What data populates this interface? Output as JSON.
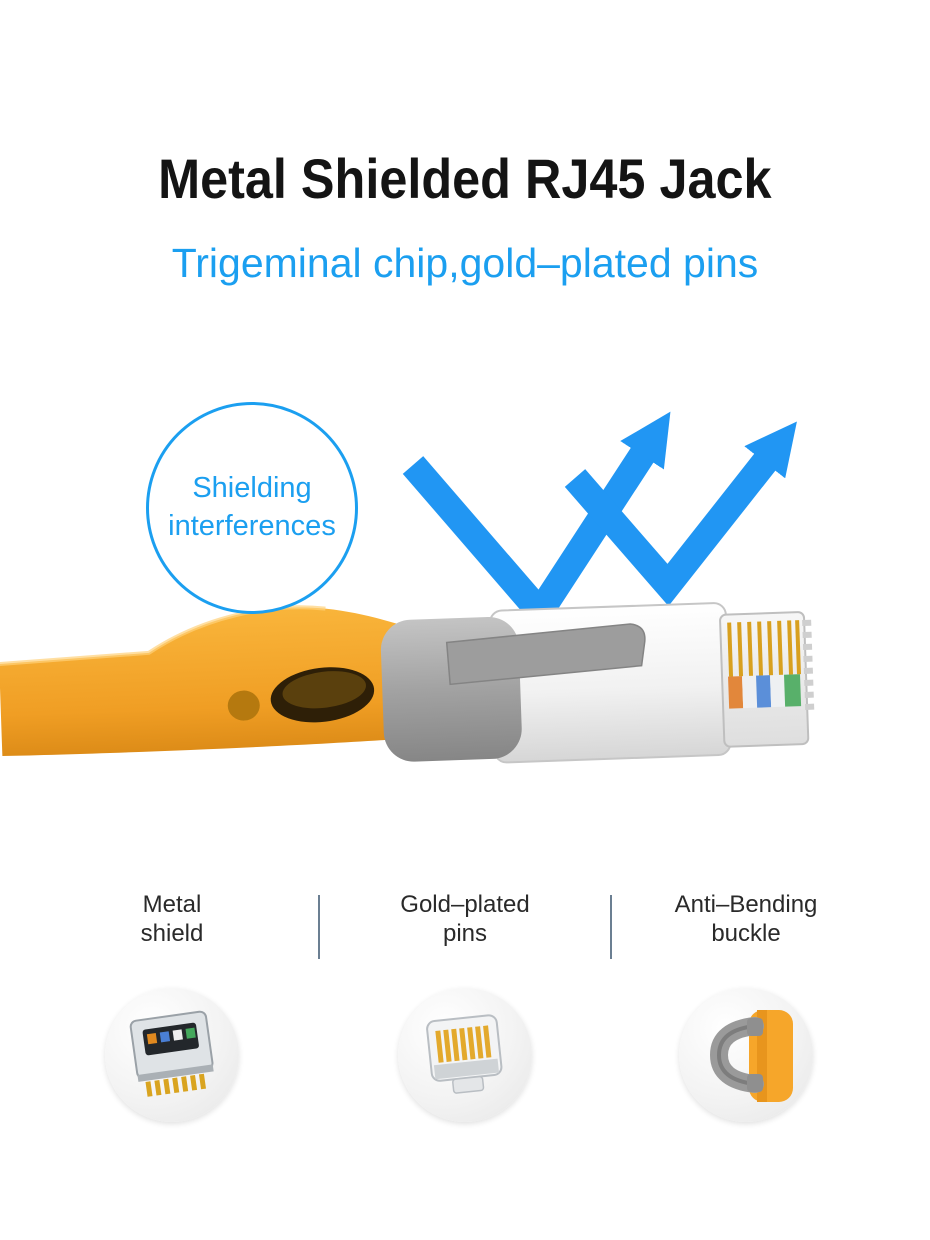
{
  "page": {
    "title": "Metal Shielded RJ45 Jack",
    "subtitle": "Trigeminal chip,gold–plated pins"
  },
  "callout": {
    "line1": "Shielding",
    "line2": "interferences"
  },
  "features": [
    {
      "label_line1": "Metal",
      "label_line2": "shield",
      "icon": "metal-shield-connector-photo"
    },
    {
      "label_line1": "Gold–plated",
      "label_line2": "pins",
      "icon": "gold-plated-pins-photo"
    },
    {
      "label_line1": "Anti–Bending",
      "label_line2": "buckle",
      "icon": "anti-bending-buckle-photo"
    }
  ],
  "illustration": {
    "cable": "yellow-flat-ethernet-cable-with-metal-shielded-rj45-connector",
    "arrows": "blue-signal-bounce-arrows"
  },
  "colors": {
    "accent_blue": "#1b9ff0",
    "arrow_blue": "#2196f3",
    "title_black": "#141414",
    "cable_yellow": "#f6a62a",
    "connector_gray": "#9d9d9d",
    "gold_pins": "#d8a01f",
    "divider_gray": "#6b7f92",
    "label_text": "#2a2a2a"
  }
}
